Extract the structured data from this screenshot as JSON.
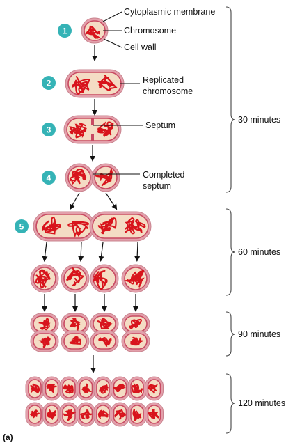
{
  "labels": {
    "cytoplasmic_membrane": "Cytoplasmic membrane",
    "chromosome": "Chromosome",
    "cell_wall": "Cell wall",
    "replicated_line1": "Replicated",
    "replicated_line2": "chromosome",
    "septum": "Septum",
    "completed_line1": "Completed",
    "completed_line2": "septum"
  },
  "steps": [
    "1",
    "2",
    "3",
    "4",
    "5"
  ],
  "times": {
    "t30": "30 minutes",
    "t60": "60 minutes",
    "t90": "90 minutes",
    "t120": "120 minutes"
  },
  "panel_label": "(a)",
  "colors": {
    "cell_wall": "#e3a0ab",
    "membrane": "#c84a62",
    "cytoplasm": "#f4dcc4",
    "chromosome": "#d8141c",
    "step_circle": "#35b3b6",
    "arrow": "#111111"
  }
}
